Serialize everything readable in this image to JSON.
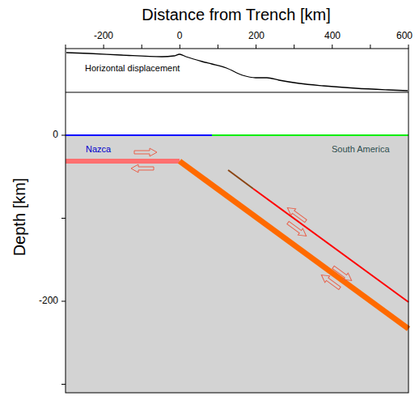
{
  "diagram": {
    "labels": [
      "Distance from Trench [km]",
      "-200",
      "0",
      "200",
      "400",
      "600",
      "Depth [km]",
      "0",
      "-200",
      "Horizontal displacement",
      "Nazca",
      "South America"
    ]
  }
}
